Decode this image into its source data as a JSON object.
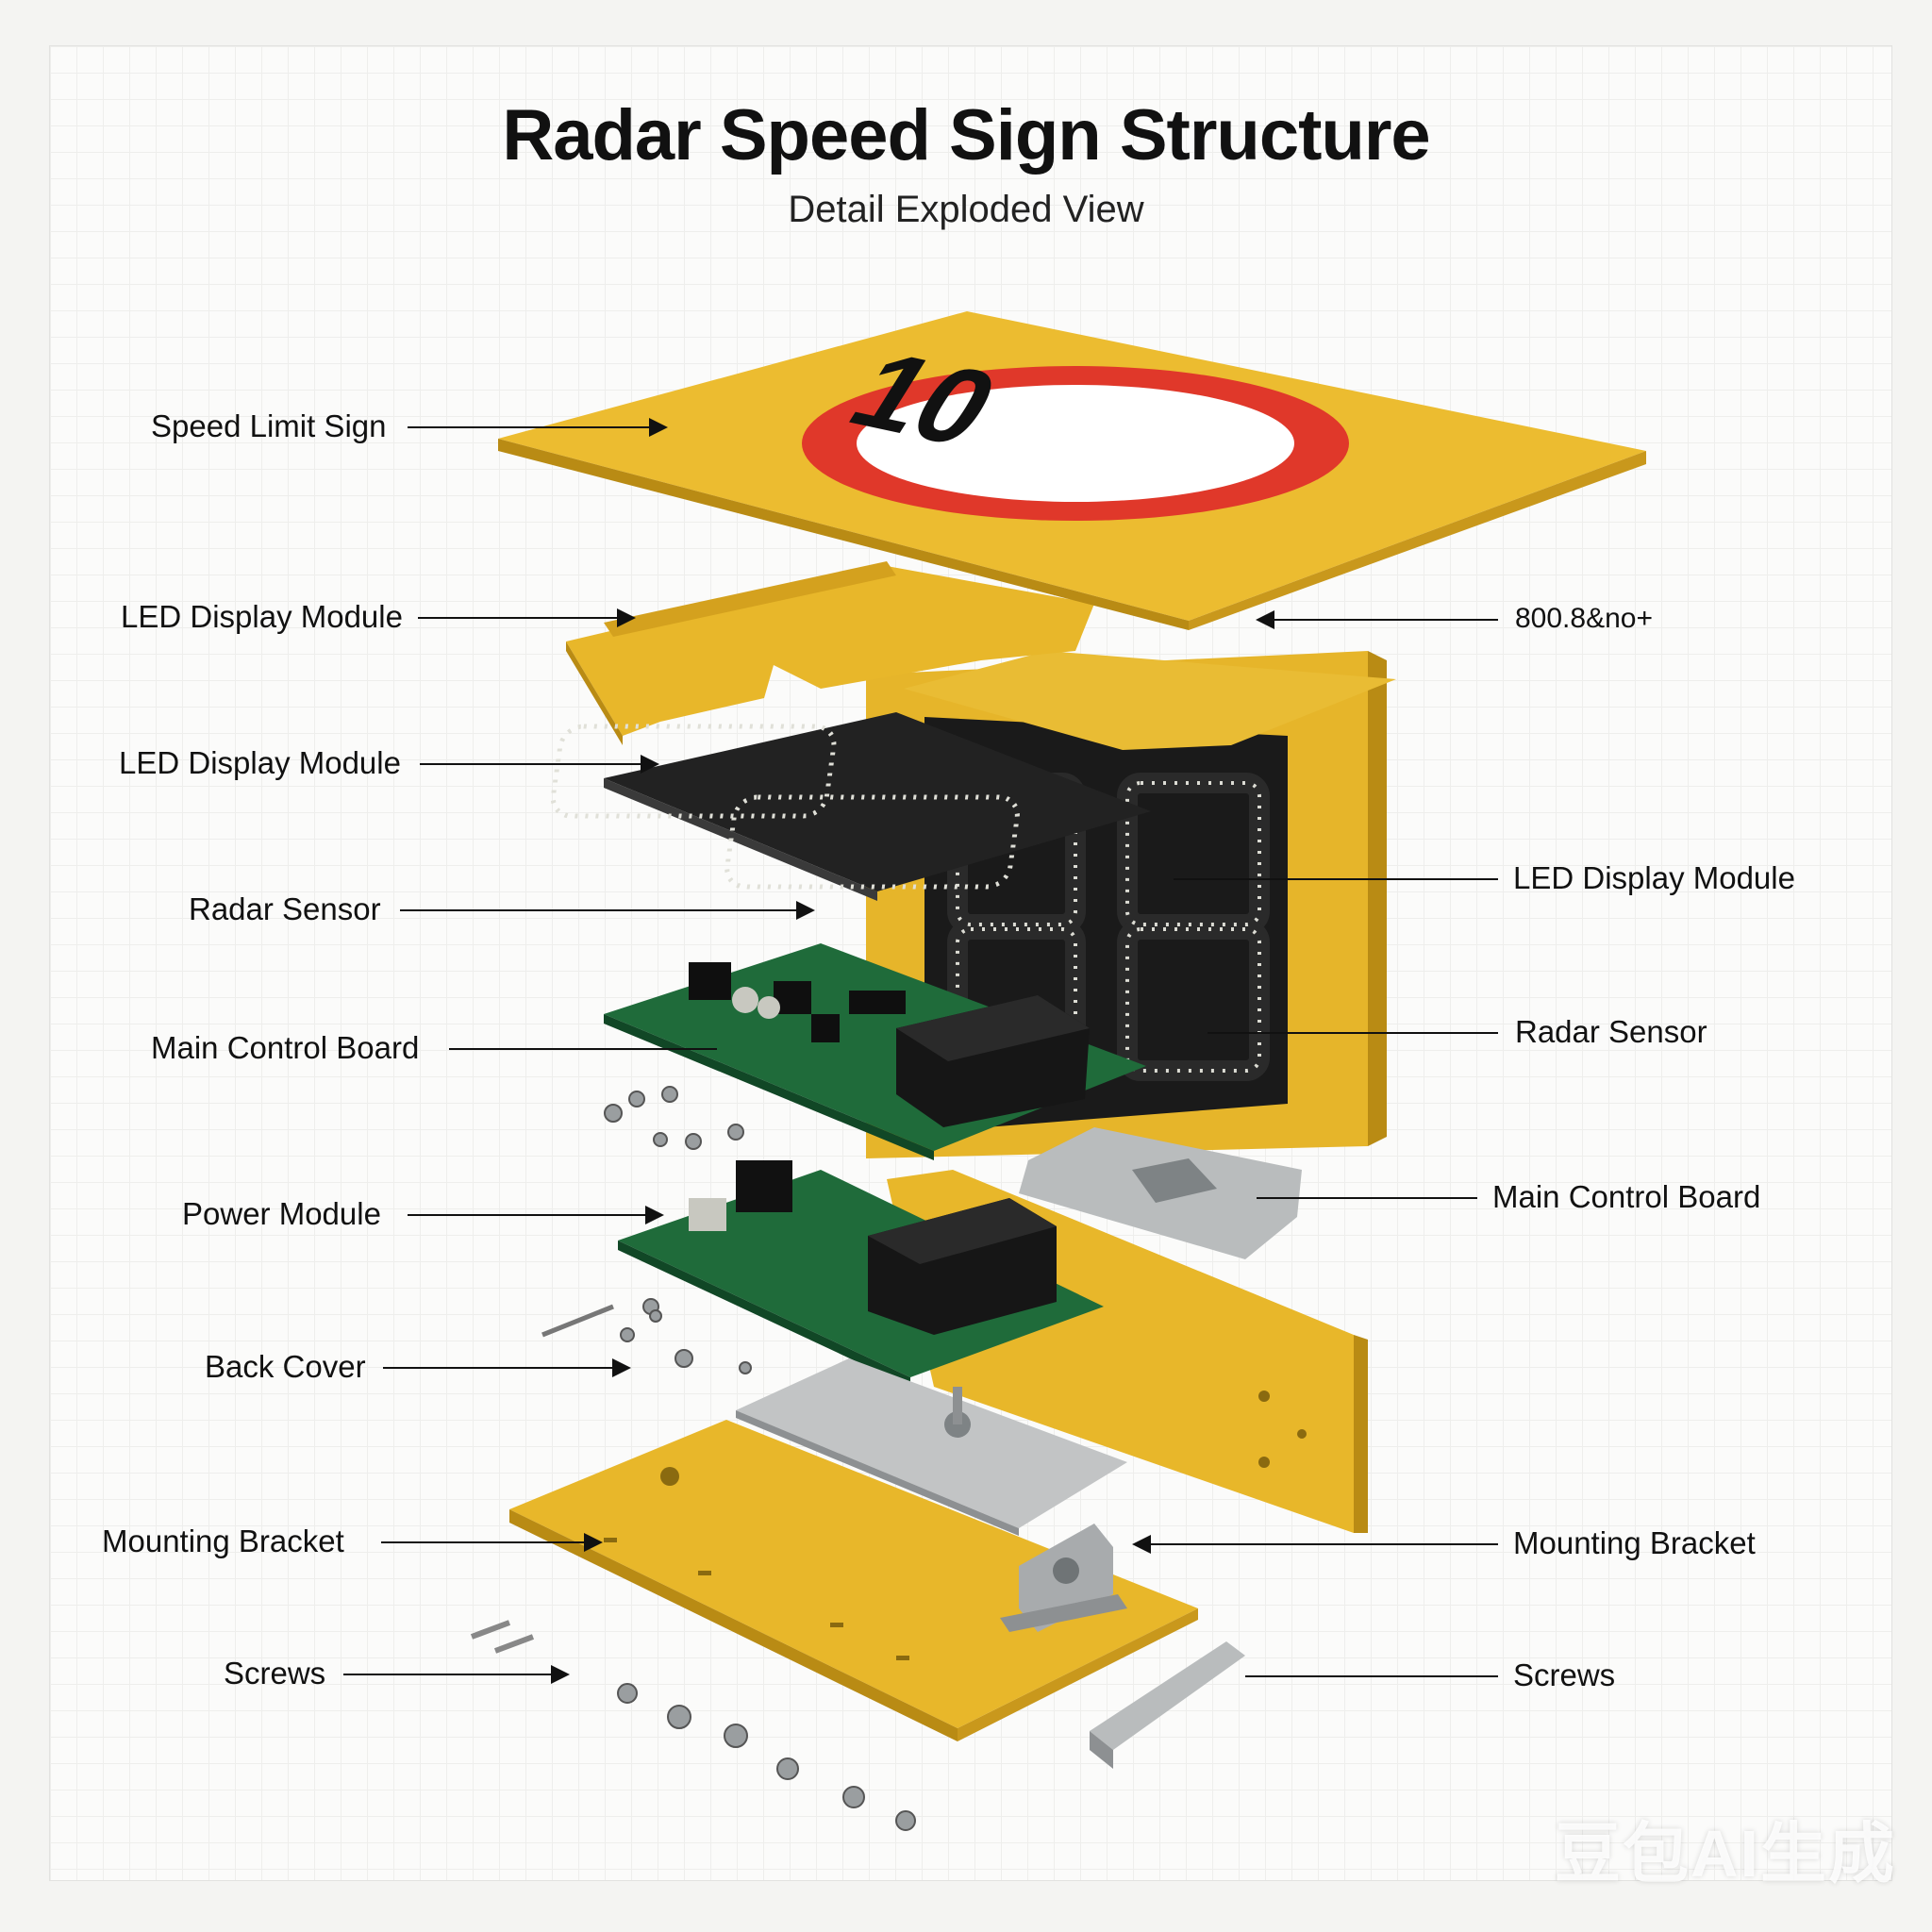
{
  "title": "Radar Speed Sign Structure",
  "subtitle": "Detail Exploded View",
  "sign_number": "10",
  "watermark": "豆包AI生成",
  "left_labels": [
    "Speed Limit Sign",
    "LED Display Module",
    "LED Display Module",
    "Radar Sensor",
    "Main Control Board",
    "Power Module",
    "Back Cover",
    "Mounting Bracket",
    "Screws"
  ],
  "right_labels": [
    "800.8&no+",
    "LED Display Module",
    "Radar Sensor",
    "Main Control Board",
    "Mounting Bracket",
    "Screws"
  ],
  "colors": {
    "housing_yellow": "#e8b72a",
    "sign_red": "#e0382a",
    "pcb_green": "#1f6b3a",
    "metal_gray": "#b9bcbd"
  }
}
